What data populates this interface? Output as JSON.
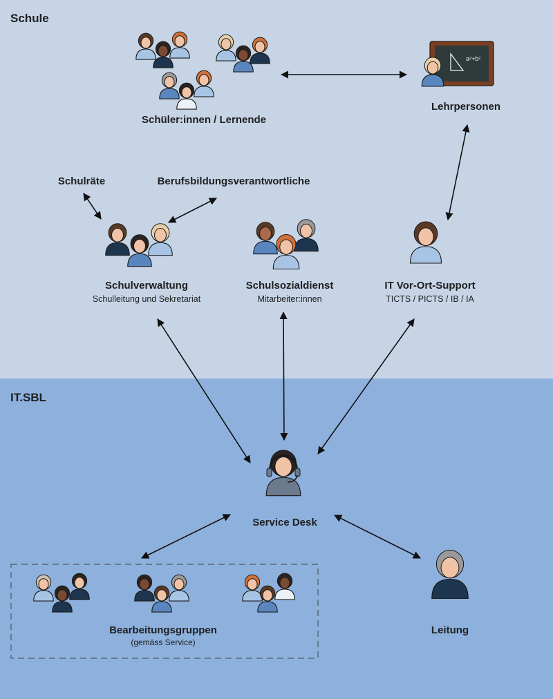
{
  "zones": {
    "schule": "Schule",
    "itsbl": "IT.SBL"
  },
  "nodes": {
    "schueler": {
      "title": "Schüler:innen / Lernende"
    },
    "lehrpersonen": {
      "title": "Lehrpersonen"
    },
    "schulraete": {
      "title": "Schulräte"
    },
    "berufsbildung": {
      "title": "Berufsbildungsverantwortliche"
    },
    "schulverwaltung": {
      "title": "Schulverwaltung",
      "subtitle": "Schulleitung und Sekretariat"
    },
    "schulsozialdienst": {
      "title": "Schulsozialdienst",
      "subtitle": "Mitarbeiter:innen"
    },
    "vorort": {
      "title": "IT Vor-Ort-Support",
      "subtitle": "TICTS / PICTS / IB / IA"
    },
    "servicedesk": {
      "title": "Service Desk"
    },
    "bearbeitung": {
      "title": "Bearbeitungsgruppen",
      "subtitle": "(gemäss Service)"
    },
    "leitung": {
      "title": "Leitung"
    }
  },
  "board_formula": "a²+b²",
  "colors": {
    "schule_bg": "#c6d4e6",
    "itsbl_bg": "#8db1dc",
    "skin": "#f1c3a6",
    "dark_navy": "#1e3550",
    "mid_blue": "#5a86bf",
    "light_blue": "#a8c4e4",
    "board_frame": "#7a3f22",
    "board_surface": "#2f3a3a"
  }
}
